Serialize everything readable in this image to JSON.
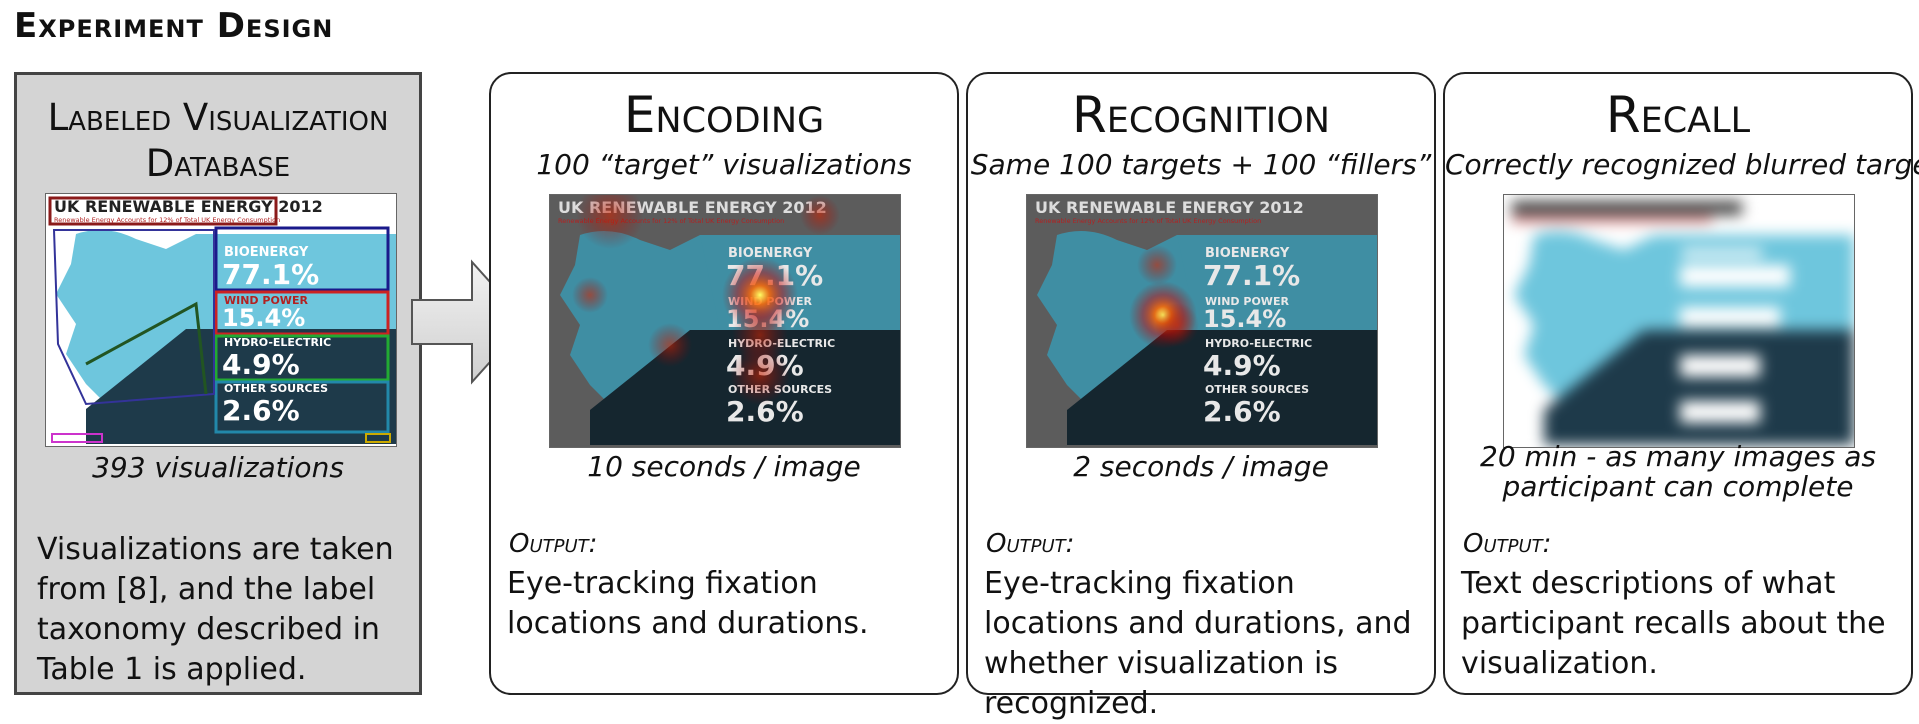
{
  "title": "Experiment Design",
  "database": {
    "title_line1": "Labeled Visualization",
    "title_line2": "Database",
    "count": "393 visualizations",
    "description": "Visualizations are taken from [8], and the label taxonomy described in Table 1 is applied."
  },
  "thumbnail": {
    "title": "UK RENEWABLE ENERGY 2012",
    "subtitle": "Renewable Energy Accounts for 12% of Total UK Energy Consumption",
    "rows": [
      {
        "label": "BIOENERGY",
        "value": "77.1%"
      },
      {
        "label": "WIND POWER",
        "value": "15.4%"
      },
      {
        "label": "HYDRO-ELECTRIC",
        "value": "4.9%"
      },
      {
        "label": "OTHER SOURCES",
        "value": "2.6%"
      }
    ],
    "colors": {
      "light_blue": "#6ec6dd",
      "dark_blue": "#1e3a4a",
      "title_red": "#b22222",
      "heat": "#ff3300"
    }
  },
  "stages": [
    {
      "title": "Encoding",
      "subtitle": "100 “target” visualizations",
      "caption": "10 seconds / image",
      "output_label": "Output:",
      "output_text": "Eye-tracking fixation locations and durations."
    },
    {
      "title": "Recognition",
      "subtitle": "Same 100 targets + 100 “fillers”",
      "caption": "2 seconds / image",
      "output_label": "Output:",
      "output_text": "Eye-tracking fixation locations and durations, and whether visualization is recognized."
    },
    {
      "title": "Recall",
      "subtitle": "Correctly recognized blurred targets",
      "caption_line1": "20 min - as many images as",
      "caption_line2": "participant can complete",
      "output_label": "Output:",
      "output_text": "Text descriptions of what participant recalls about the visualization."
    }
  ]
}
